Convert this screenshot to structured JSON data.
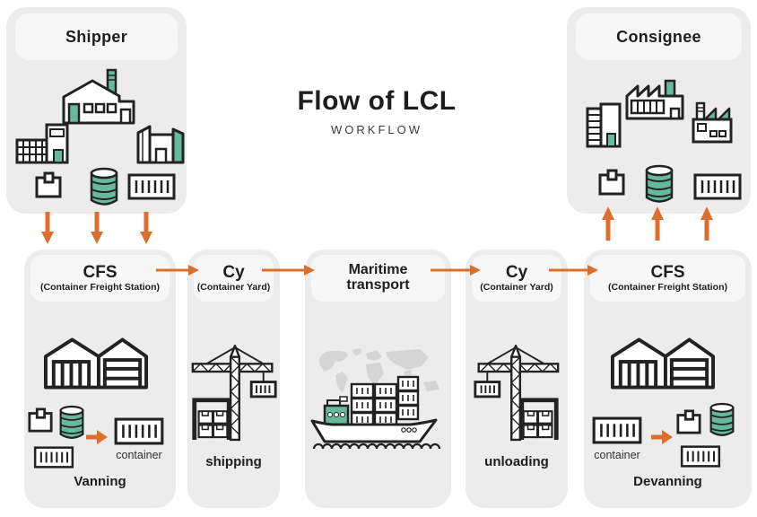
{
  "title": {
    "main": "Flow of LCL",
    "subtitle": "WORKFLOW"
  },
  "shipper": {
    "title": "Shipper"
  },
  "consignee": {
    "title": "Consignee"
  },
  "stages": [
    {
      "title": "CFS",
      "subtitle": "(Container Freight Station)",
      "caption": "Vanning",
      "label": "container"
    },
    {
      "title": "Cy",
      "subtitle": "(Container Yard)",
      "caption": "shipping"
    },
    {
      "title": "Maritime transport",
      "caption": ""
    },
    {
      "title": "Cy",
      "subtitle": "(Container Yard)",
      "caption": "unloading"
    },
    {
      "title": "CFS",
      "subtitle": "(Container Freight Station)",
      "caption": "Devanning",
      "label": "container"
    }
  ],
  "colors": {
    "card": "#ececec",
    "card_header": "#f7f7f7",
    "outline": "#222222",
    "teal": "#66b99b",
    "orange": "#dd6f2e",
    "map_gray": "#d5d5d5",
    "text": "#1e1e1e"
  },
  "icons": {
    "factory-icon": "svg-shape",
    "office-building-icon": "svg-shape",
    "city-buildings-icon": "svg-shape",
    "tall-building-icon": "svg-shape",
    "sawtooth-factory-icon": "svg-shape",
    "small-factory-icon": "svg-shape",
    "box-icon": "svg-shape",
    "barrel-icon": "svg-shape",
    "container-icon": "svg-shape",
    "warehouse-icon": "svg-shape",
    "crane-icon": "svg-shape",
    "storage-rack-icon": "svg-shape",
    "world-map": "svg-shape",
    "cargo-ship-icon": "svg-shape",
    "arrow-down-icon": "svg-shape",
    "arrow-up-icon": "svg-shape",
    "arrow-right-icon": "svg-shape"
  }
}
